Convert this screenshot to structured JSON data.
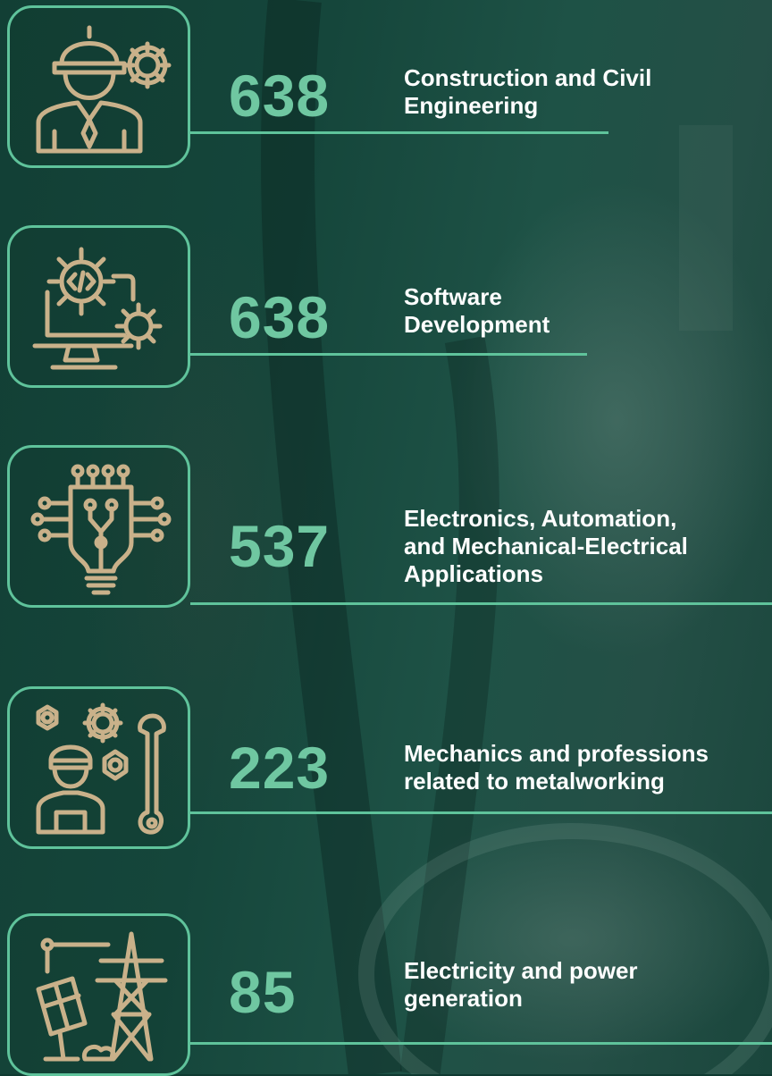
{
  "colors": {
    "accent": "#5fc39b",
    "number": "#6fc7a1",
    "icon": "#c9b18a",
    "text": "#ffffff"
  },
  "stats": [
    {
      "value": "638",
      "label_lines": [
        "Construction and Civil",
        "Engineering"
      ],
      "icon": "engineer-with-gear-icon"
    },
    {
      "value": "638",
      "label_lines": [
        "Software",
        "Development"
      ],
      "icon": "computer-code-gear-icon"
    },
    {
      "value": "537",
      "label_lines": [
        "Electronics, Automation,",
        "and Mechanical-Electrical",
        "Applications"
      ],
      "icon": "circuit-lightbulb-icon"
    },
    {
      "value": "223",
      "label_lines": [
        "Mechanics and professions",
        "related to metalworking"
      ],
      "icon": "mechanic-wrench-icon"
    },
    {
      "value": "85",
      "label_lines": [
        "Electricity and power",
        "generation"
      ],
      "icon": "power-tower-solar-icon"
    }
  ]
}
